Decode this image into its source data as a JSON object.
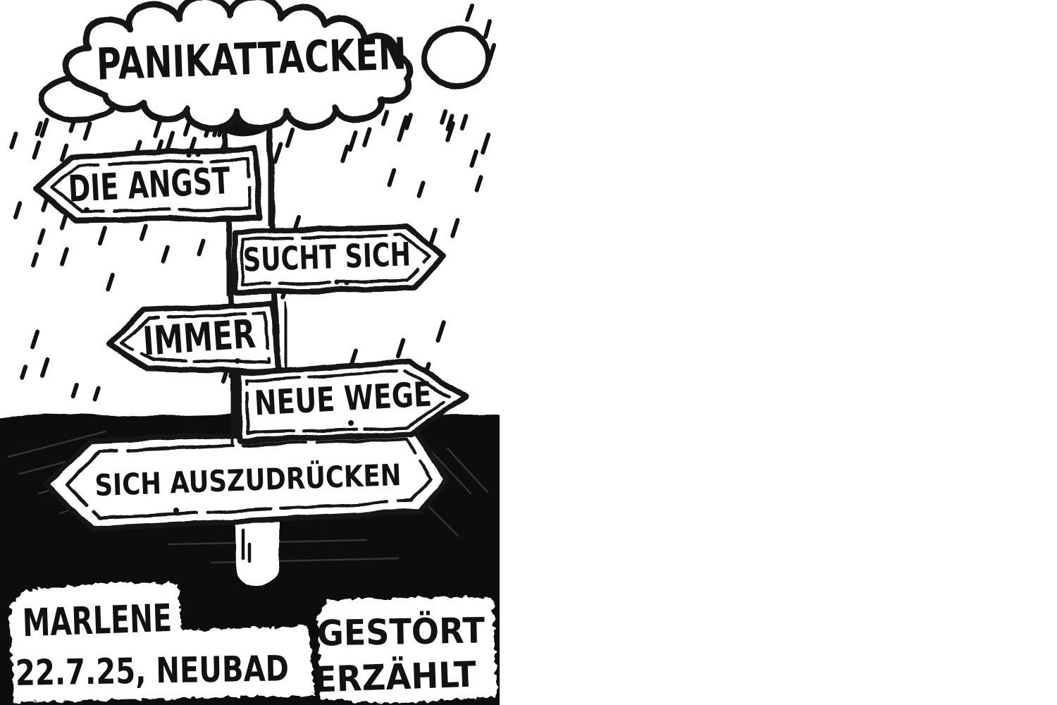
{
  "artwork": {
    "description": "hand-drawn ink poster",
    "cloud": {
      "label": "PANIKATTACKEN"
    },
    "signs": [
      {
        "label": "DIE ANGST",
        "direction": "left"
      },
      {
        "label": "SUCHT SICH",
        "direction": "right"
      },
      {
        "label": "IMMER",
        "direction": "left"
      },
      {
        "label": "NEUE WEGE",
        "direction": "right"
      },
      {
        "label": "SICH AUSZUDRÜCKEN",
        "direction": "both"
      }
    ],
    "footer": {
      "left": {
        "line1": "MARLENE",
        "line2": "22.7.25, NEUBAD"
      },
      "right": {
        "line1": "GESTÖRT",
        "line2": "ERZÄHLT"
      }
    },
    "colors": {
      "ink": "#121212",
      "paper": "#ffffff",
      "ground": "#0c0c0c"
    }
  }
}
